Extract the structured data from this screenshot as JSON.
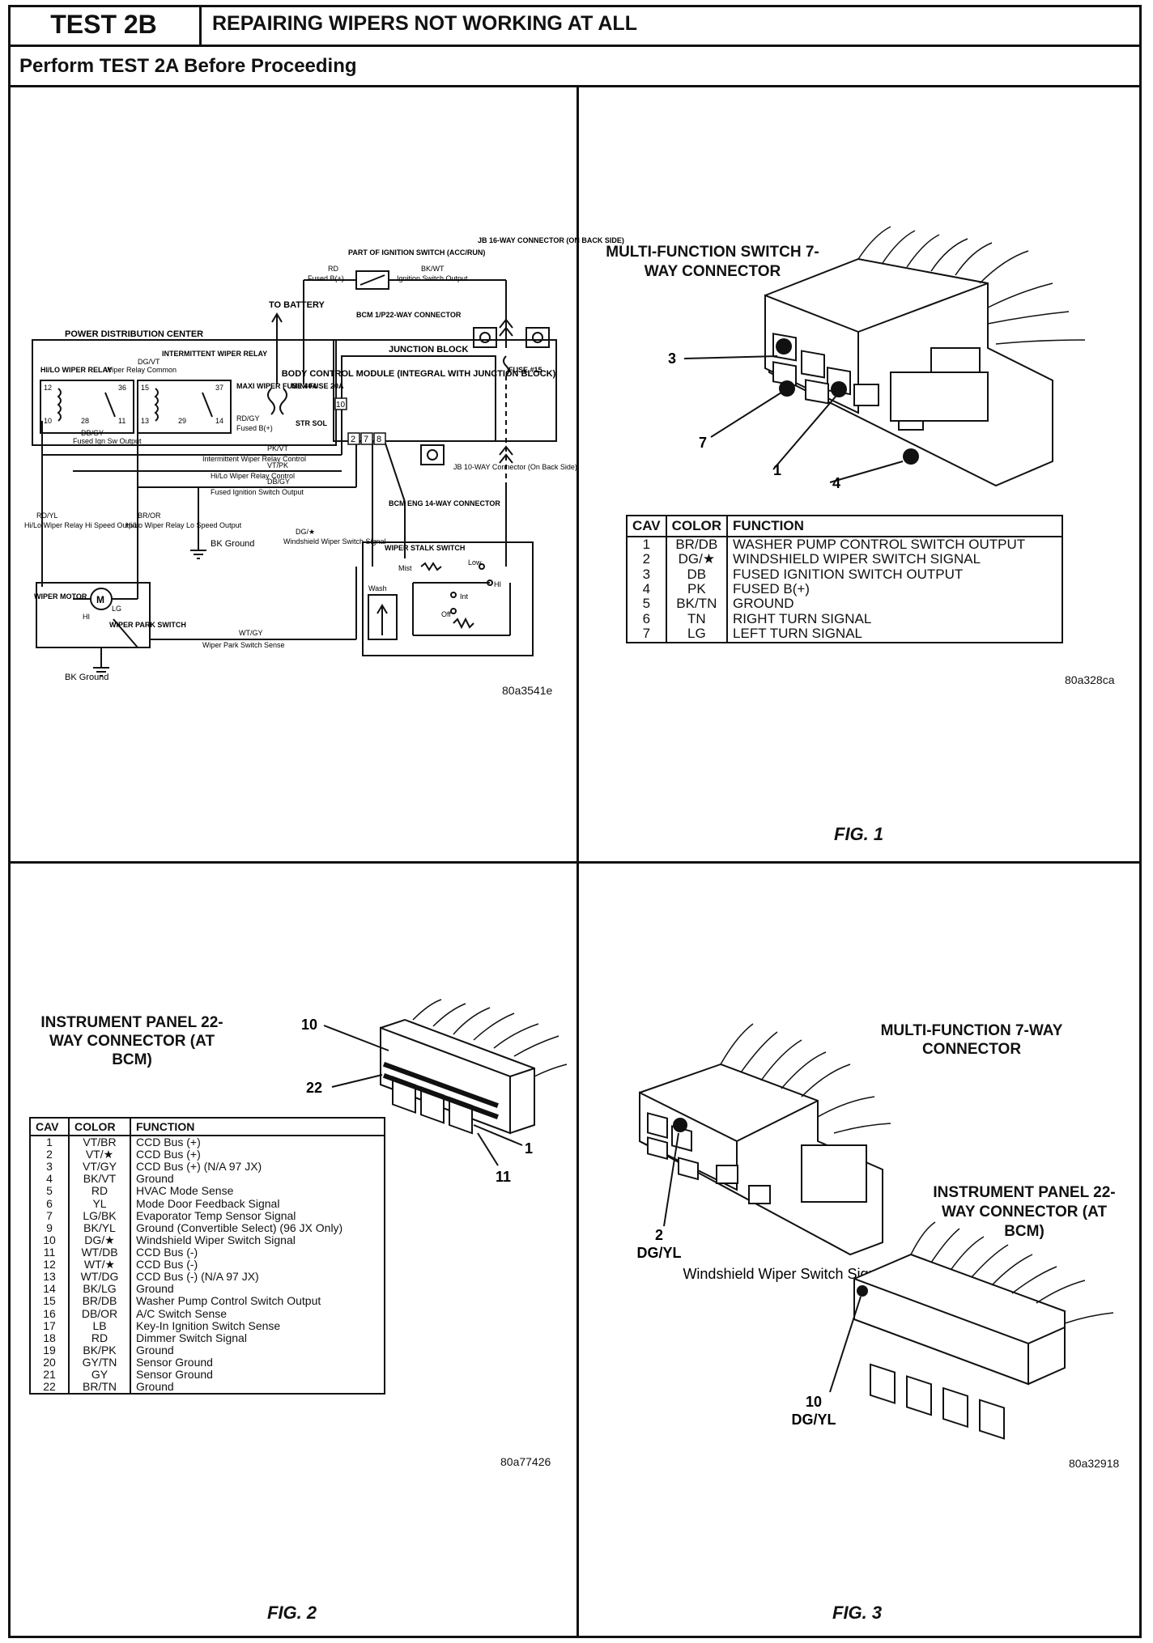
{
  "header": {
    "test_id": "TEST 2B",
    "title": "REPAIRING WIPERS NOT WORKING AT ALL",
    "subtitle": "Perform TEST 2A Before Proceeding"
  },
  "schematic": {
    "code": "80a3541e",
    "labels": {
      "to_battery": "TO BATTERY",
      "pdc": "POWER DISTRIBUTION CENTER",
      "hilo_relay": "HI/LO WIPER RELAY",
      "dgvt": "DG/VT",
      "wiper_relay_common": "Wiper Relay Common",
      "intermittent_relay": "INTERMITTENT WIPER RELAY",
      "maxi_fuse": "MAXI WIPER FUSE 40A",
      "mini_fuse": "MINI FUSE 20A",
      "str_sol": "STR SOL",
      "rdgy": "RD/GY",
      "fused_b": "Fused B(+)",
      "dbgy": "DB/GY",
      "fused_ign_sw": "Fused Ign Sw Output",
      "part_ign": "PART OF IGNITION SWITCH (ACC/RUN)",
      "rd": "RD",
      "rd_fused_b": "Fused B(+)",
      "bkwt": "BK/WT",
      "ign_sw_output": "Ignition Switch Output",
      "jb16": "JB 16-WAY CONNECTOR (ON BACK SIDE)",
      "bcm_conn": "BCM 1/P22-WAY CONNECTOR",
      "junction_block": "JUNCTION BLOCK",
      "bcm": "BODY CONTROL MODULE (INTEGRAL WITH JUNCTION BLOCK)",
      "fuse15": "FUSE #15",
      "pkvt": "PK/VT",
      "pkvt_desc": "Intermittent Wiper Relay Control",
      "vtpk": "VT/PK",
      "vtpk_desc": "Hi/Lo Wiper Relay Control",
      "dbgy2": "DB/GY",
      "dbgy2_desc": "Fused Ignition Switch Output",
      "jb10": "JB 10-WAY Connector (On Back Side)",
      "bcm14": "BCM ENG 14-WAY CONNECTOR",
      "rdyl": "RD/YL",
      "rdyl_desc": "Hi/Lo Wiper Relay Hi Speed Output",
      "bror": "BR/OR",
      "bror_desc": "Hi/Lo Wiper Relay Lo Speed Output",
      "bk_ground": "BK Ground",
      "dgstar": "DG/★",
      "dgstar_desc": "Windshield Wiper Switch Signal",
      "stalk": "WIPER STALK SWITCH",
      "mist": "Mist",
      "low": "Low",
      "hi": "HI",
      "int": "Int",
      "off": "Off",
      "wash": "Wash",
      "wiper_motor": "WIPER MOTOR",
      "m": "M",
      "hi_term": "HI",
      "lg_term": "LG",
      "park": "WIPER PARK SWITCH",
      "wtgy": "WT/GY",
      "wtgy_desc": "Wiper Park Switch Sense",
      "bk_ground2": "BK Ground",
      "pins": [
        "2",
        "7",
        "8",
        "10"
      ],
      "relay_pins": [
        "12",
        "10",
        "36",
        "28",
        "11",
        "15",
        "37",
        "13",
        "29",
        "14"
      ]
    }
  },
  "fig1": {
    "title": "MULTI-FUNCTION SWITCH 7-WAY CONNECTOR",
    "callouts": [
      "3",
      "7",
      "1",
      "4"
    ],
    "headers": [
      "CAV",
      "COLOR",
      "FUNCTION"
    ],
    "rows": [
      [
        "1",
        "BR/DB",
        "WASHER PUMP CONTROL SWITCH OUTPUT"
      ],
      [
        "2",
        "DG/★",
        "WINDSHIELD WIPER SWITCH SIGNAL"
      ],
      [
        "3",
        "DB",
        "FUSED IGNITION SWITCH OUTPUT"
      ],
      [
        "4",
        "PK",
        "FUSED B(+)"
      ],
      [
        "5",
        "BK/TN",
        "GROUND"
      ],
      [
        "6",
        "TN",
        "RIGHT TURN SIGNAL"
      ],
      [
        "7",
        "LG",
        "LEFT TURN SIGNAL"
      ]
    ],
    "code": "80a328ca",
    "caption": "FIG. 1"
  },
  "fig2": {
    "title": "INSTRUMENT PANEL 22-WAY CONNECTOR (AT BCM)",
    "callouts": [
      "10",
      "22",
      "1",
      "11"
    ],
    "headers": [
      "CAV",
      "COLOR",
      "FUNCTION"
    ],
    "rows": [
      [
        "1",
        "VT/BR",
        "CCD Bus (+)"
      ],
      [
        "2",
        "VT/★",
        "CCD Bus (+)"
      ],
      [
        "3",
        "VT/GY",
        "CCD Bus (+) (N/A 97 JX)"
      ],
      [
        "4",
        "BK/VT",
        "Ground"
      ],
      [
        "5",
        "RD",
        "HVAC Mode Sense"
      ],
      [
        "6",
        "YL",
        "Mode Door Feedback Signal"
      ],
      [
        "7",
        "LG/BK",
        "Evaporator Temp Sensor Signal"
      ],
      [
        "9",
        "BK/YL",
        "Ground (Convertible Select) (96 JX Only)"
      ],
      [
        "10",
        "DG/★",
        "Windshield Wiper Switch Signal"
      ],
      [
        "11",
        "WT/DB",
        "CCD Bus (-)"
      ],
      [
        "12",
        "WT/★",
        "CCD Bus (-)"
      ],
      [
        "13",
        "WT/DG",
        "CCD Bus (-) (N/A 97 JX)"
      ],
      [
        "14",
        "BK/LG",
        "Ground"
      ],
      [
        "15",
        "BR/DB",
        "Washer Pump Control Switch Output"
      ],
      [
        "16",
        "DB/OR",
        "A/C Switch Sense"
      ],
      [
        "17",
        "LB",
        "Key-In Ignition Switch Sense"
      ],
      [
        "18",
        "RD",
        "Dimmer Switch Signal"
      ],
      [
        "19",
        "BK/PK",
        "Ground"
      ],
      [
        "20",
        "GY/TN",
        "Sensor Ground"
      ],
      [
        "21",
        "GY",
        "Sensor Ground"
      ],
      [
        "22",
        "BR/TN",
        "Ground"
      ]
    ],
    "code": "80a77426",
    "caption": "FIG. 2"
  },
  "fig3": {
    "mf_title": "MULTI-FUNCTION 7-WAY CONNECTOR",
    "ip_title": "INSTRUMENT PANEL 22-WAY CONNECTOR (AT BCM)",
    "pin2": "2",
    "pin2_color": "DG/YL",
    "signal": "Windshield Wiper Switch Signal",
    "pin10": "10",
    "pin10_color": "DG/YL",
    "code": "80a32918",
    "caption": "FIG. 3"
  }
}
